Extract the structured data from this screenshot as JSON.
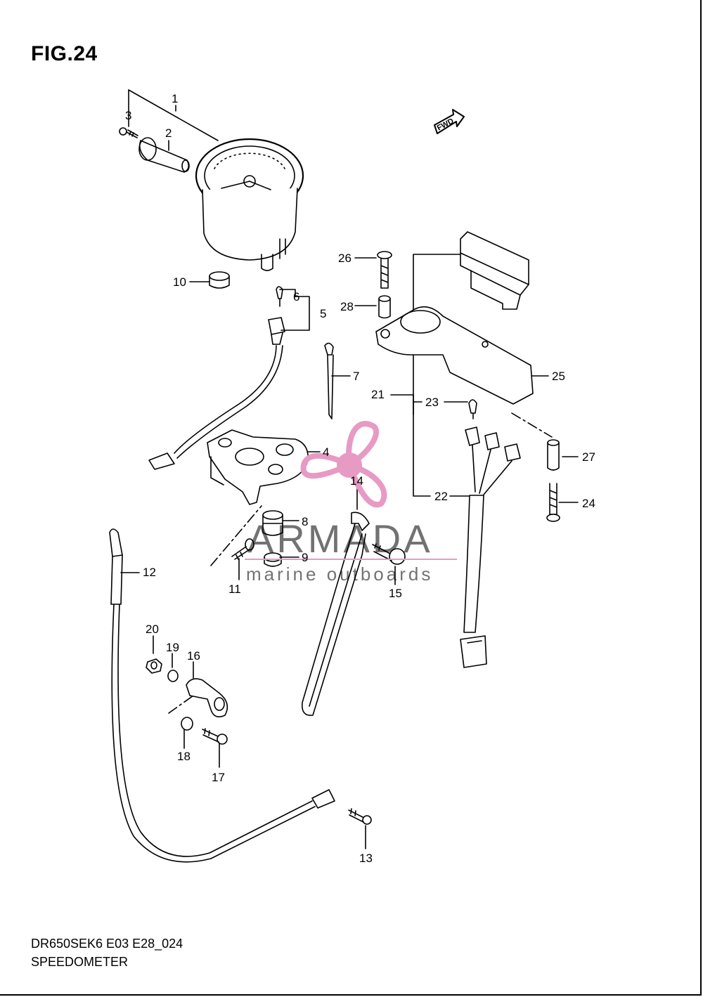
{
  "figure": {
    "title": "FIG.24",
    "model_code": "DR650SEK6 E03 E28_024",
    "caption": "SPEEDOMETER"
  },
  "fwd_badge": "FWD",
  "watermark": {
    "brand": "ARMADA",
    "tagline": "marine outboards",
    "accent_color": "#e79ac4"
  },
  "callouts": [
    "1",
    "2",
    "3",
    "4",
    "5",
    "6",
    "7",
    "8",
    "9",
    "10",
    "11",
    "12",
    "13",
    "14",
    "15",
    "16",
    "17",
    "18",
    "19",
    "20",
    "21",
    "22",
    "23",
    "24",
    "25",
    "26",
    "27",
    "28"
  ]
}
